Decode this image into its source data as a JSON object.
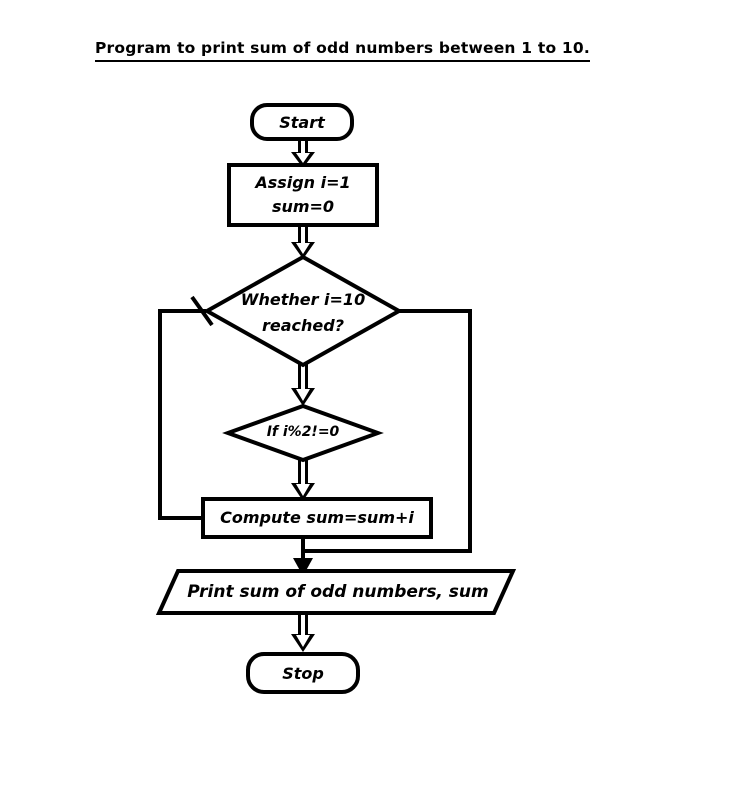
{
  "page": {
    "title": "Program to print sum of odd numbers between 1 to 10.",
    "background_color": "#ffffff",
    "stroke_color": "#000000"
  },
  "flowchart": {
    "type": "flowchart",
    "nodes": [
      {
        "id": "start",
        "shape": "terminal",
        "label": "Start"
      },
      {
        "id": "assign",
        "shape": "process",
        "label_line1": "Assign i=1",
        "label_line2": "sum=0"
      },
      {
        "id": "decision1",
        "shape": "decision",
        "label_line1": "Whether i=10",
        "label_line2": "reached?"
      },
      {
        "id": "decision2",
        "shape": "decision",
        "label": "If i%2!=0"
      },
      {
        "id": "compute",
        "shape": "process",
        "label": "Compute sum=sum+i"
      },
      {
        "id": "print",
        "shape": "parallelogram",
        "label": "Print sum of odd numbers, sum"
      },
      {
        "id": "stop",
        "shape": "terminal",
        "label": "Stop"
      }
    ],
    "edges": [
      {
        "from": "start",
        "to": "assign",
        "style": "hollow-arrow-down"
      },
      {
        "from": "assign",
        "to": "decision1",
        "style": "hollow-arrow-down"
      },
      {
        "from": "decision1",
        "to": "decision2",
        "style": "hollow-arrow-down"
      },
      {
        "from": "decision2",
        "to": "compute",
        "style": "hollow-arrow-down"
      },
      {
        "from": "compute",
        "to": "decision1",
        "style": "loop-left"
      },
      {
        "from": "decision1",
        "to": "print",
        "style": "branch-right"
      },
      {
        "from": "compute",
        "to": "print",
        "style": "down-merge"
      },
      {
        "from": "print",
        "to": "stop",
        "style": "hollow-arrow-down"
      }
    ]
  }
}
